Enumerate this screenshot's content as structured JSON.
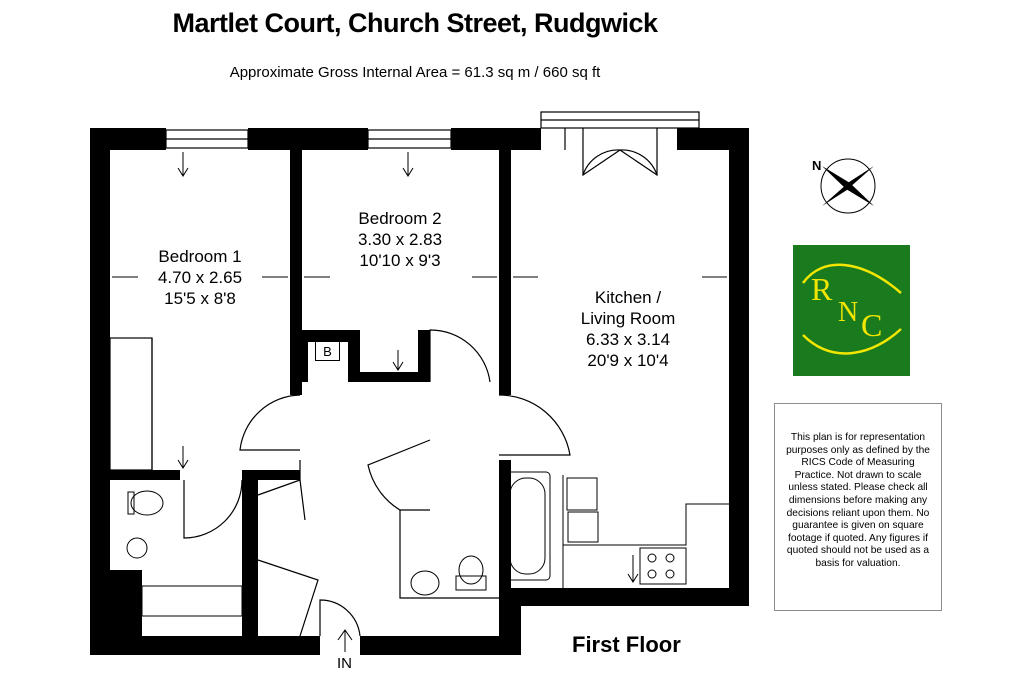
{
  "header": {
    "title": "Martlet Court, Church Street, Rudgwick",
    "subtitle": "Approximate Gross Internal Area = 61.3 sq m / 660 sq ft"
  },
  "rooms": {
    "bedroom1": {
      "name": "Bedroom 1",
      "metric": "4.70 x 2.65",
      "imperial": "15'5 x 8'8"
    },
    "bedroom2": {
      "name": "Bedroom 2",
      "metric": "3.30 x 2.83",
      "imperial": "10'10 x 9'3"
    },
    "kitchen": {
      "name_line1": "Kitchen /",
      "name_line2": "Living Room",
      "metric": "6.33 x 3.14",
      "imperial": "20'9 x 10'4"
    }
  },
  "labels": {
    "boiler": "B",
    "entrance": "IN",
    "floor": "First Floor",
    "north": "N"
  },
  "logo": {
    "text_r": "R",
    "text_n": "N",
    "text_c": "C",
    "bg_color": "#1a7a1e",
    "accent_color": "#f2e600"
  },
  "disclaimer": "This plan is for representation purposes only as defined by the RICS Code of Measuring Practice. Not drawn to scale unless stated. Please check all dimensions before making any decisions reliant upon them. No guarantee is given on square footage if quoted. Any figures if quoted should not be used as a basis for valuation.",
  "colors": {
    "wall": "#000000",
    "background": "#ffffff",
    "disclaimer_border": "#8c8c8c"
  }
}
